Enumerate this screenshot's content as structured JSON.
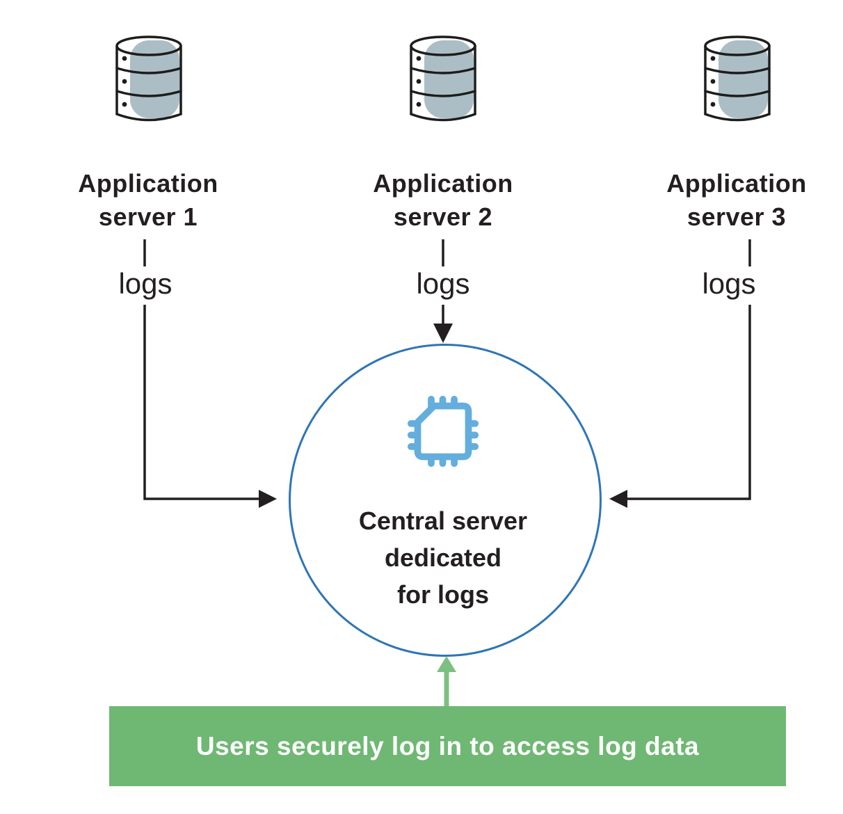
{
  "diagram": {
    "servers": [
      {
        "name": "Application\nserver 1",
        "flow_label": "logs",
        "icon": "database-icon"
      },
      {
        "name": "Application\nserver 2",
        "flow_label": "logs",
        "icon": "database-icon"
      },
      {
        "name": "Application\nserver 3",
        "flow_label": "logs",
        "icon": "database-icon"
      }
    ],
    "central_server": {
      "name": "Central server\ndedicated\nfor logs",
      "icon": "cpu-chip-icon"
    },
    "banner": {
      "label": "Users securely log in to access log data"
    },
    "colors": {
      "text_black": "#231F20",
      "connector_black": "#231F20",
      "circle_stroke_blue": "#2E75B6",
      "chip_blue": "#63AEDC",
      "database_fill_gray": "#ACBEC5",
      "banner_green": "#6FB873",
      "user_arrow_green": "#7CC080",
      "background": "#FFFFFF"
    }
  }
}
